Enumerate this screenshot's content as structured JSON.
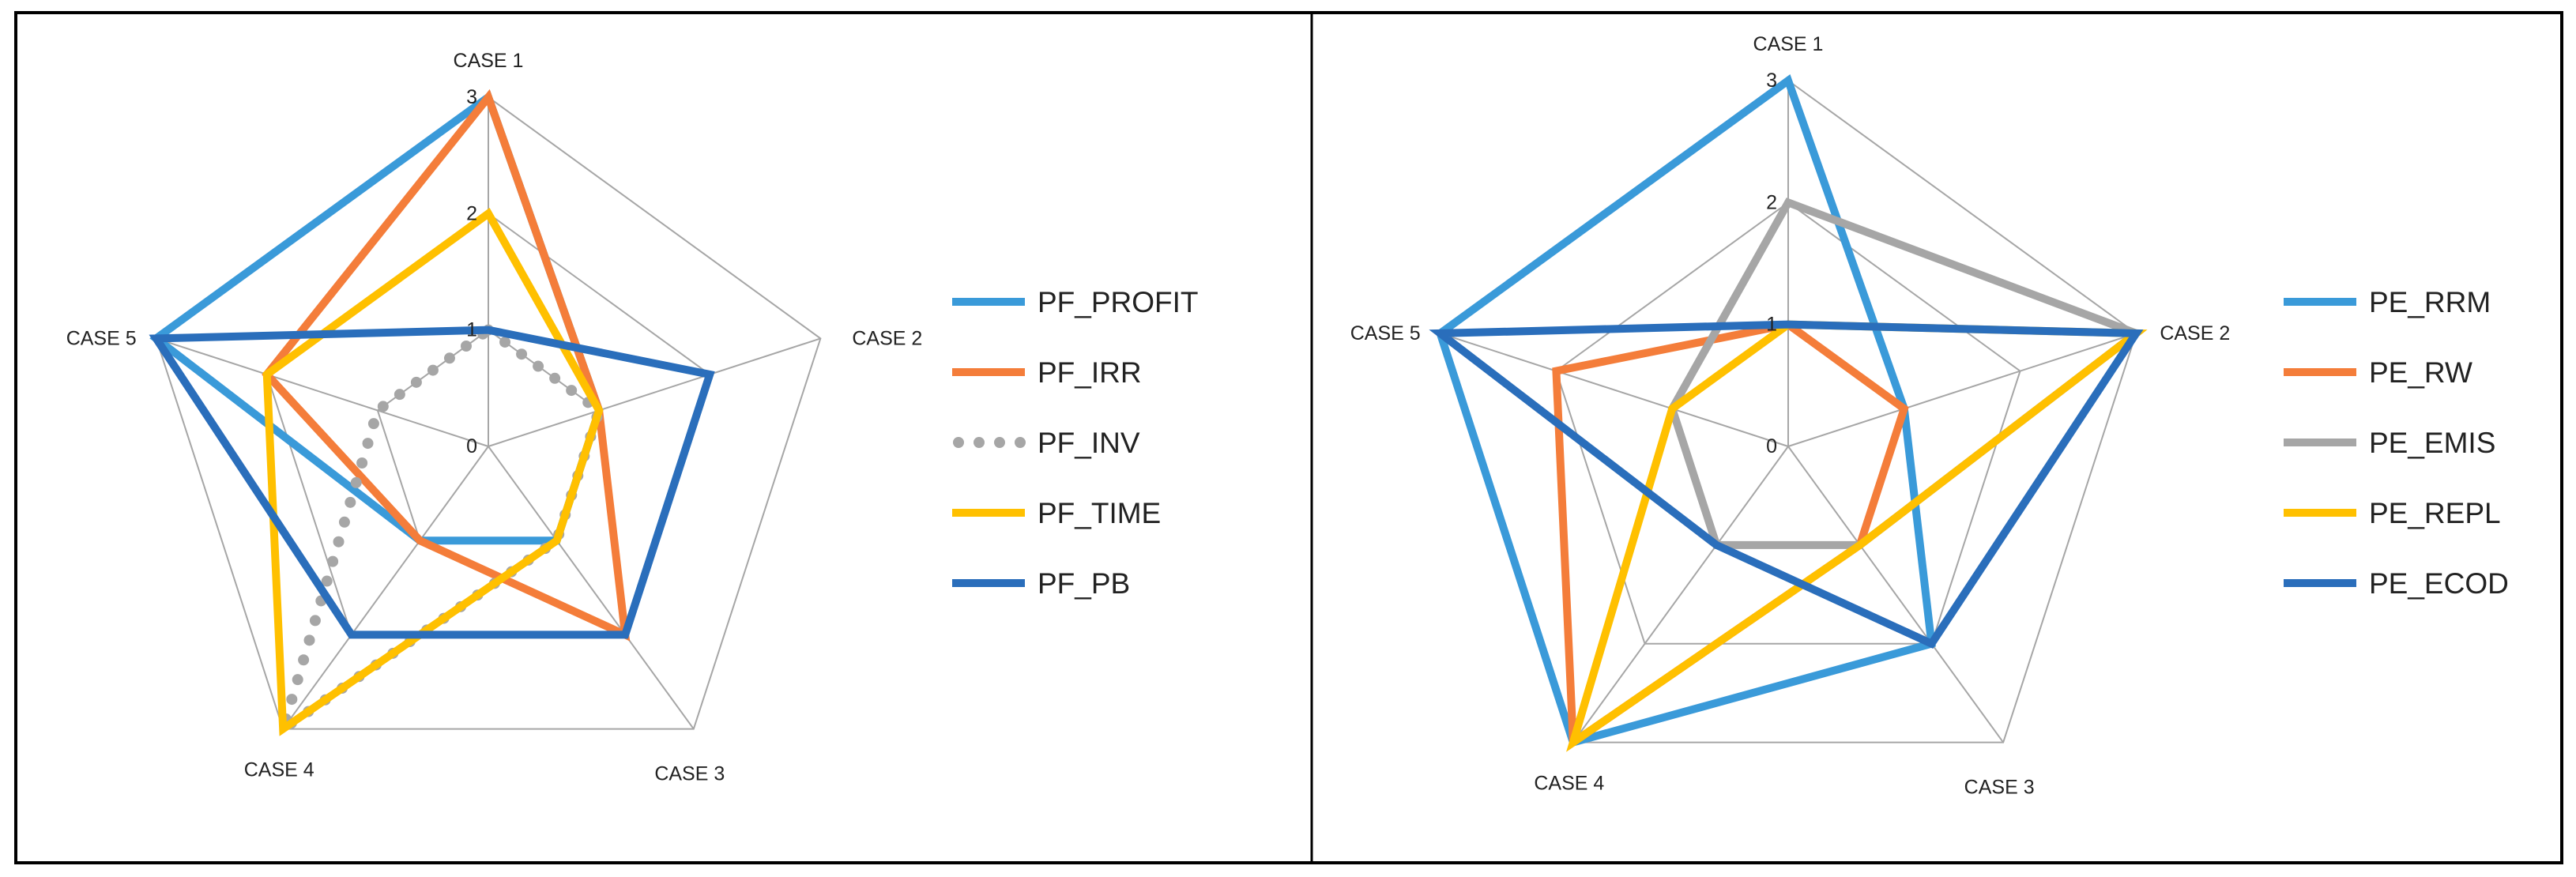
{
  "chart_data": [
    {
      "type": "radar",
      "categories": [
        "CASE 1",
        "CASE 2",
        "CASE 3",
        "CASE 4",
        "CASE 5"
      ],
      "rlim": [
        0,
        3
      ],
      "ticks": [
        "0",
        "1",
        "2",
        "3"
      ],
      "grid": true,
      "legend_position": "right",
      "series": [
        {
          "name": "PF_PROFIT",
          "values": [
            3,
            1,
            1,
            1,
            3
          ],
          "color": "#3a9ad9",
          "style": "solid"
        },
        {
          "name": "PF_IRR",
          "values": [
            3,
            1,
            2,
            1,
            2
          ],
          "color": "#f47d3a",
          "style": "solid"
        },
        {
          "name": "PF_INV",
          "values": [
            1,
            1,
            1,
            3,
            1
          ],
          "color": "#a6a6a6",
          "style": "dotted"
        },
        {
          "name": "PF_TIME",
          "values": [
            2,
            1,
            1,
            3,
            2
          ],
          "color": "#ffc000",
          "style": "solid"
        },
        {
          "name": "PF_PB",
          "values": [
            1,
            2,
            2,
            2,
            3
          ],
          "color": "#2a6ebb",
          "style": "solid"
        }
      ]
    },
    {
      "type": "radar",
      "categories": [
        "CASE 1",
        "CASE 2",
        "CASE 3",
        "CASE 4",
        "CASE 5"
      ],
      "rlim": [
        0,
        3
      ],
      "ticks": [
        "0",
        "1",
        "2",
        "3"
      ],
      "grid": true,
      "legend_position": "right",
      "series": [
        {
          "name": "PE_RRM",
          "values": [
            3,
            1,
            2,
            3,
            3
          ],
          "color": "#3a9ad9",
          "style": "solid"
        },
        {
          "name": "PE_RW",
          "values": [
            1,
            1,
            1,
            3,
            2
          ],
          "color": "#f47d3a",
          "style": "solid"
        },
        {
          "name": "PE_EMIS",
          "values": [
            2,
            3,
            1,
            1,
            1
          ],
          "color": "#a6a6a6",
          "style": "solid"
        },
        {
          "name": "PE_REPL",
          "values": [
            1,
            3,
            1,
            3,
            1
          ],
          "color": "#ffc000",
          "style": "solid"
        },
        {
          "name": "PE_ECOD",
          "values": [
            1,
            3,
            2,
            1,
            3
          ],
          "color": "#2a6ebb",
          "style": "solid"
        }
      ]
    }
  ]
}
